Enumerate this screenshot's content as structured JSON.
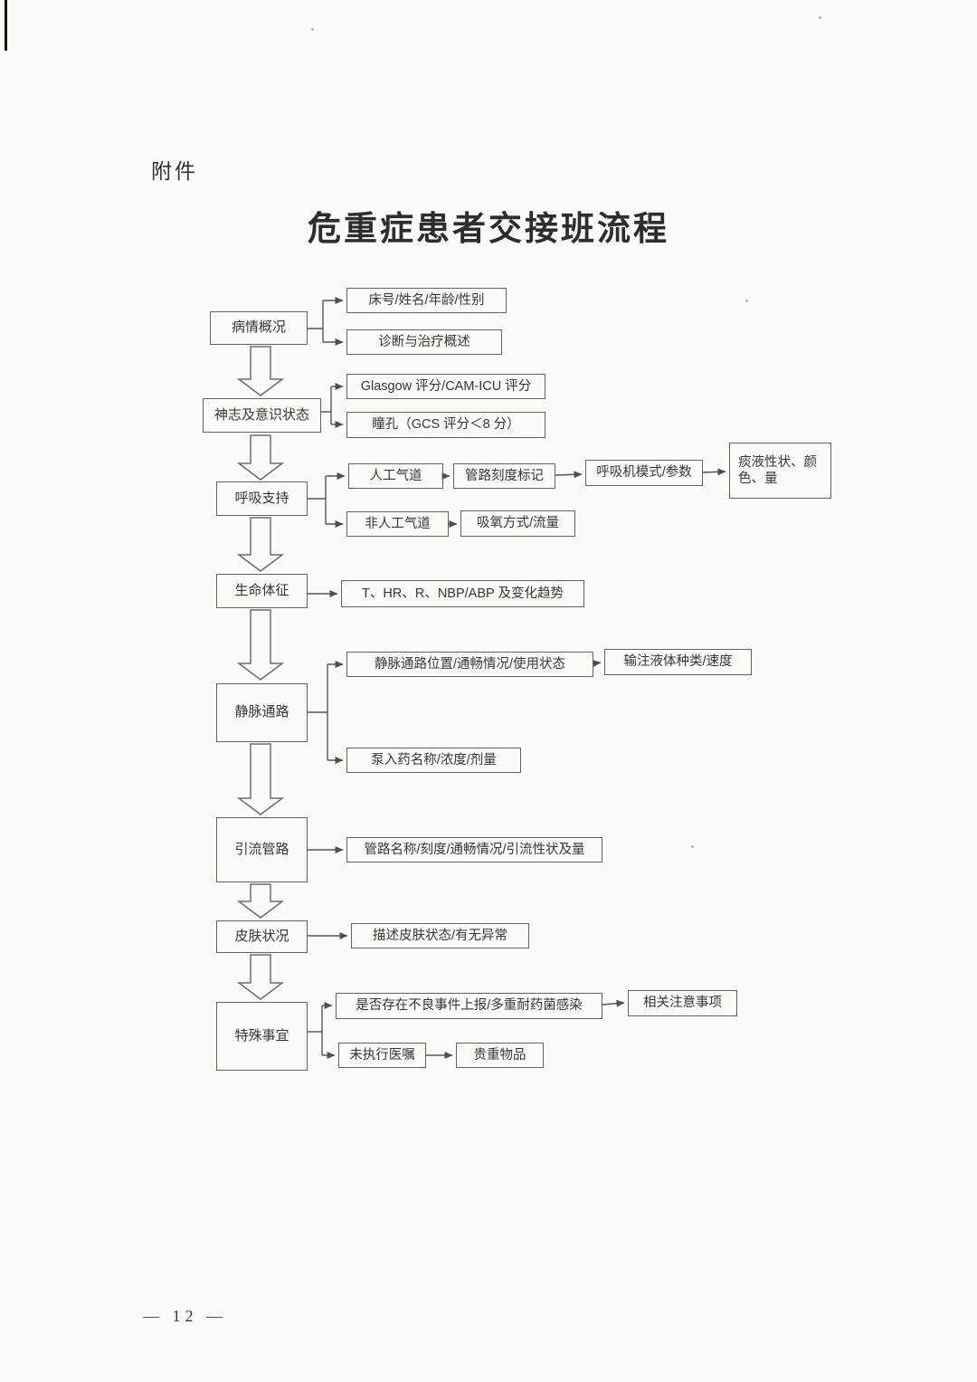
{
  "page": {
    "attachment_label": "附件",
    "title": "危重症患者交接班流程",
    "page_number_text": "— 12 —"
  },
  "flowchart": {
    "stages": {
      "condition_overview": "病情概况",
      "consciousness": "神志及意识状态",
      "respiratory_support": "呼吸支持",
      "vital_signs": "生命体征",
      "venous_access": "静脉通路",
      "drainage_tubes": "引流管路",
      "skin_condition": "皮肤状况",
      "special_matters": "特殊事宜"
    },
    "details": {
      "bed_name_age_gender": "床号/姓名/年龄/性别",
      "diagnosis_treatment": "诊断与治疗概述",
      "glasgow_cam_icu": "Glasgow 评分/CAM-ICU 评分",
      "pupil_gcs": "瞳孔（GCS 评分＜8 分）",
      "artificial_airway": "人工气道",
      "tube_scale_mark": "管路刻度标记",
      "ventilator_mode_params": "呼吸机模式/参数",
      "sputum_character": "痰液性状、颜色、量",
      "non_artificial_airway": "非人工气道",
      "oxygen_method_flow": "吸氧方式/流量",
      "vitals_trend": "T、HR、R、NBP/ABP 及变化趋势",
      "iv_site_status": "静脉通路位置/通畅情况/使用状态",
      "infusion_type_speed": "输注液体种类/速度",
      "pump_drug": "泵入药名称/浓度/剂量",
      "drainage_info": "管路名称/刻度/通畅情况/引流性状及量",
      "skin_describe": "描述皮肤状态/有无异常",
      "adverse_event": "是否存在不良事件上报/多重耐药菌感染",
      "precautions": "相关注意事项",
      "unexecuted_orders": "未执行医嘱",
      "valuables": "贵重物品"
    }
  }
}
